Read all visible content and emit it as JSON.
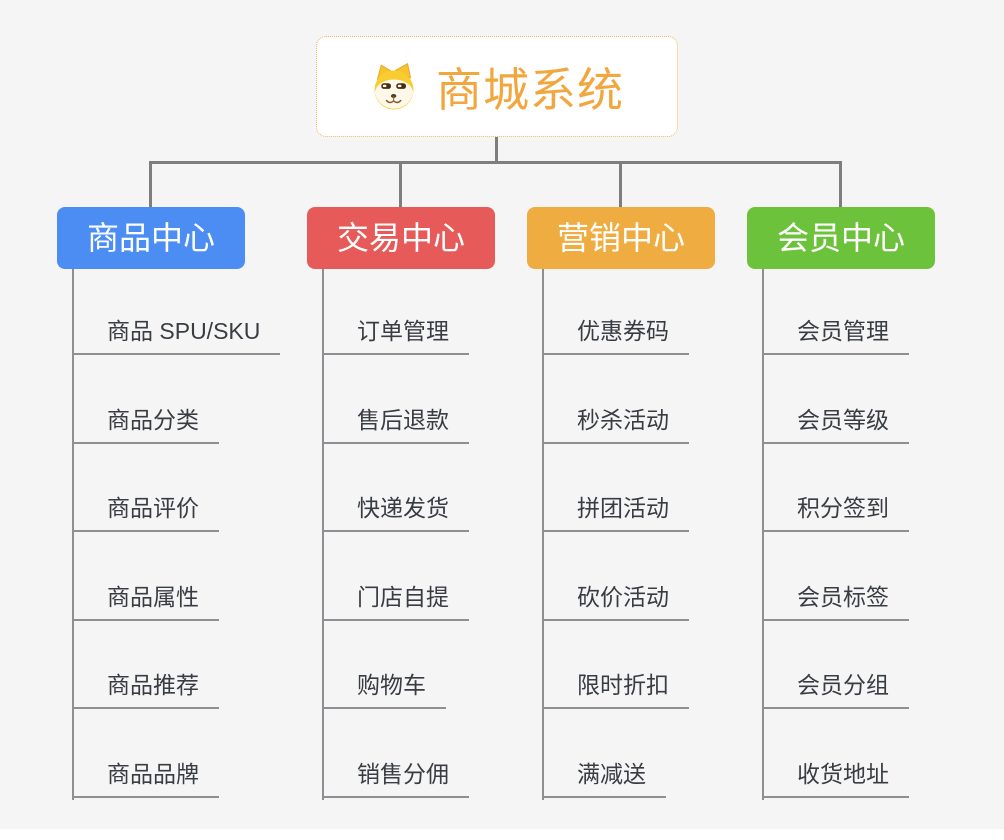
{
  "root": {
    "title": "商城系统",
    "icon": "shiba-dog-icon",
    "title_color": "#f2a63e",
    "border_color": "#f2b35c"
  },
  "branches": [
    {
      "label": "商品中心",
      "color": "#4b8df2",
      "children": [
        "商品 SPU/SKU",
        "商品分类",
        "商品评价",
        "商品属性",
        "商品推荐",
        "商品品牌"
      ]
    },
    {
      "label": "交易中心",
      "color": "#e65b5a",
      "children": [
        "订单管理",
        "售后退款",
        "快递发货",
        "门店自提",
        "购物车",
        "销售分佣"
      ]
    },
    {
      "label": "营销中心",
      "color": "#efac40",
      "children": [
        "优惠券码",
        "秒杀活动",
        "拼团活动",
        "砍价活动",
        "限时折扣",
        "满减送"
      ]
    },
    {
      "label": "会员中心",
      "color": "#6dc23c",
      "children": [
        "会员管理",
        "会员等级",
        "积分签到",
        "会员标签",
        "会员分组",
        "收货地址"
      ]
    }
  ],
  "connector_color": "#7e7e7e",
  "leaf_line_color": "#8f8f93",
  "background_color": "#f5f5f6"
}
